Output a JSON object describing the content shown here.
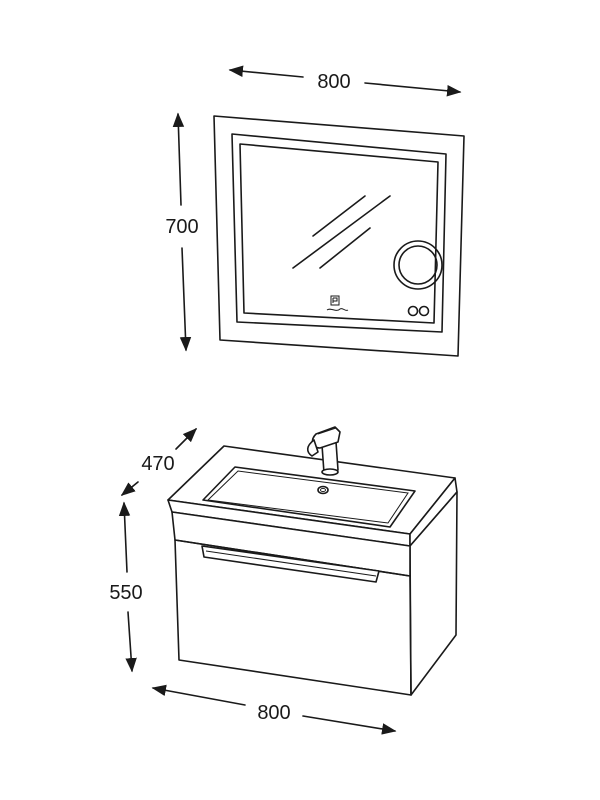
{
  "mirror": {
    "width_label": "800",
    "height_label": "700"
  },
  "cabinet": {
    "depth_label": "470",
    "height_label": "550",
    "width_label": "800"
  },
  "colors": {
    "stroke": "#1a1a1a",
    "background": "#ffffff"
  }
}
